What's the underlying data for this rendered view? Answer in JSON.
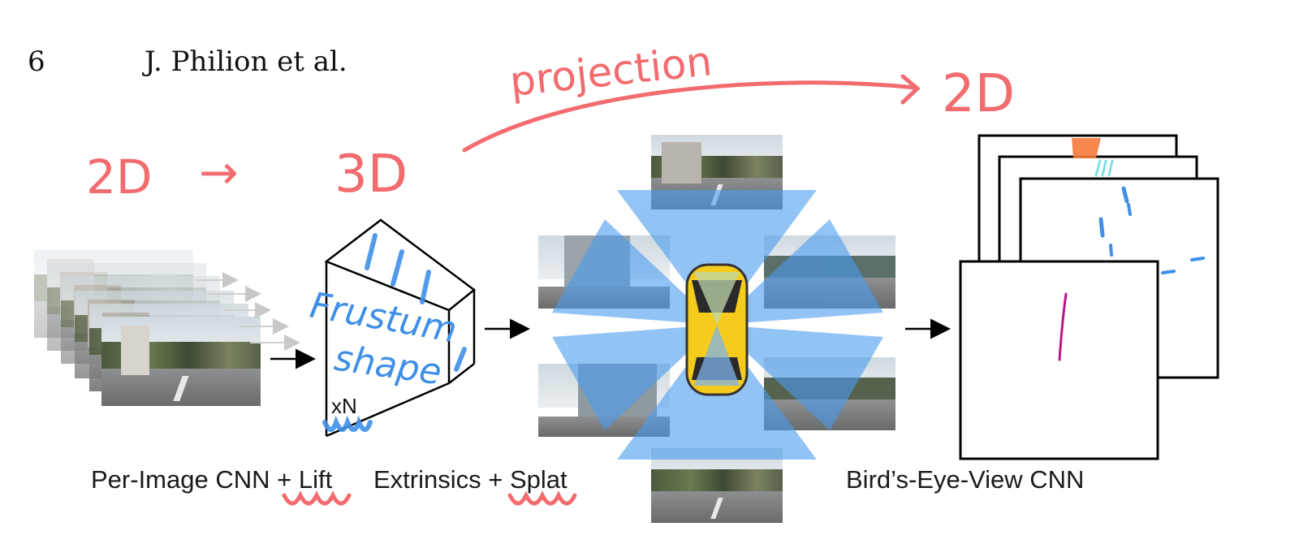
{
  "header": {
    "page_number": "6",
    "running_head": "J. Philion et al."
  },
  "annotations": {
    "projection": "projection",
    "twod_left": "2D",
    "arrow": "→",
    "threed": "3D",
    "twod_right": "2D",
    "frustum_line1": "Frustum",
    "frustum_line2": "shape"
  },
  "figure": {
    "frustum_multiplier": "xN"
  },
  "captions": {
    "step1": "Per-Image CNN + Lift",
    "step2": "Extrinsics + Splat",
    "step3": "Bird’s-Eye-View CNN"
  },
  "colors": {
    "annotation_red": "#f26b6f",
    "annotation_blue": "#3f8fe8",
    "splat_blue": "#4a9cf0",
    "car_yellow": "#f5cc1c",
    "bev_orange": "#f47a3c",
    "bev_magenta": "#b8168a"
  }
}
